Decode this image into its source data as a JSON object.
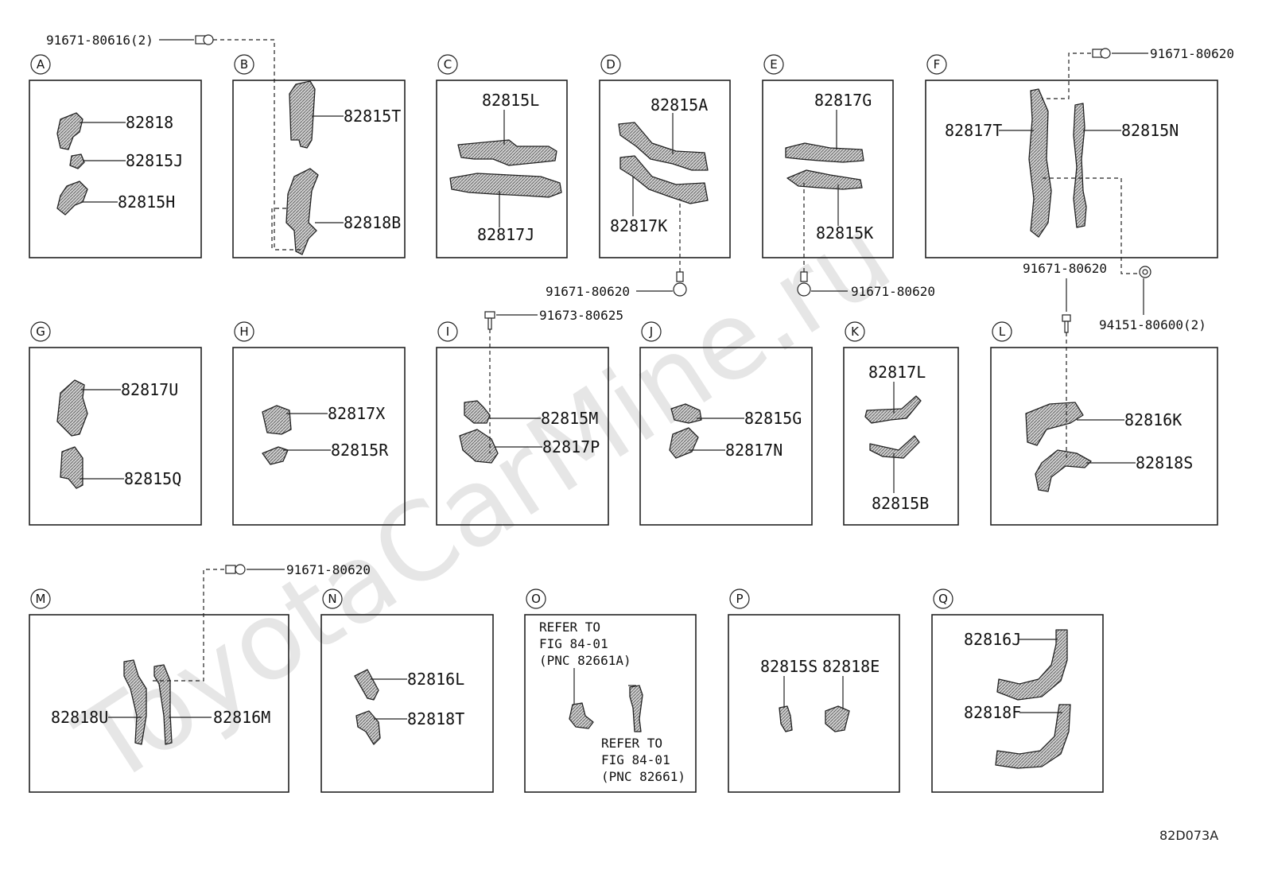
{
  "watermark": "ToyotaCarMine.ru",
  "diagram_code": "82D073A",
  "panels": [
    {
      "id": "A",
      "labels": [
        "82818",
        "82815J",
        "82815H"
      ]
    },
    {
      "id": "B",
      "labels": [
        "82815T",
        "82818B"
      ]
    },
    {
      "id": "C",
      "labels": [
        "82815L",
        "82817J"
      ]
    },
    {
      "id": "D",
      "labels": [
        "82815A",
        "82817K"
      ]
    },
    {
      "id": "E",
      "labels": [
        "82817G",
        "82815K"
      ]
    },
    {
      "id": "F",
      "labels": [
        "82817T",
        "82815N"
      ]
    },
    {
      "id": "G",
      "labels": [
        "82817U",
        "82815Q"
      ]
    },
    {
      "id": "H",
      "labels": [
        "82817X",
        "82815R"
      ]
    },
    {
      "id": "I",
      "labels": [
        "82815M",
        "82817P"
      ]
    },
    {
      "id": "J",
      "labels": [
        "82815G",
        "82817N"
      ]
    },
    {
      "id": "K",
      "labels": [
        "82817L",
        "82815B"
      ]
    },
    {
      "id": "L",
      "labels": [
        "82816K",
        "82818S"
      ]
    },
    {
      "id": "M",
      "labels": [
        "82818U",
        "82816M"
      ]
    },
    {
      "id": "N",
      "labels": [
        "82816L",
        "82818T"
      ]
    },
    {
      "id": "O",
      "labels": [
        "REFER TO",
        "FIG 84-01",
        "(PNC 82661A)",
        "REFER TO",
        "FIG 84-01",
        "(PNC 82661)"
      ]
    },
    {
      "id": "P",
      "labels": [
        "82815S",
        "82818E"
      ]
    },
    {
      "id": "Q",
      "labels": [
        "82816J",
        "82818F"
      ]
    }
  ],
  "fasteners": [
    "91671-80616(2)",
    "91671-80620",
    "91671-80620",
    "91671-80620",
    "91671-80620",
    "94151-80600(2)",
    "91673-80625",
    "91671-80620"
  ]
}
